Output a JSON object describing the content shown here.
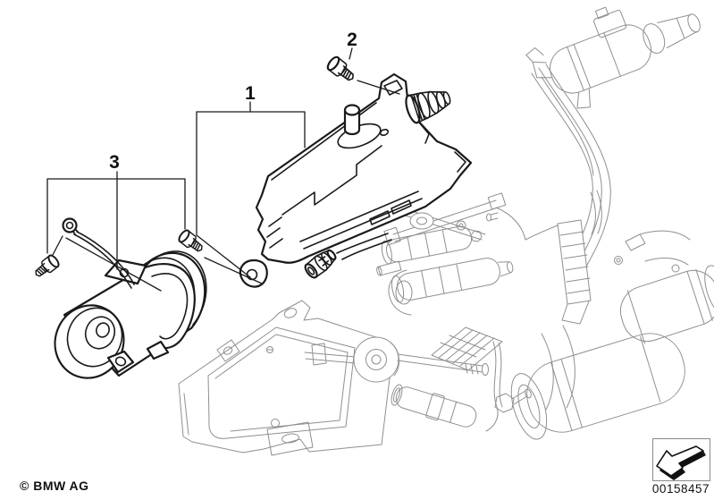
{
  "callouts": {
    "item1": "1",
    "item2": "2",
    "item3": "3"
  },
  "footer": {
    "copyright": "© BMW AG",
    "document_number": "00158457"
  },
  "icon": {
    "name": "direction-arrow-icon"
  },
  "colors": {
    "line_bold": "#1a1a1a",
    "line_context": "#8f8f8f",
    "background": "#ffffff"
  }
}
